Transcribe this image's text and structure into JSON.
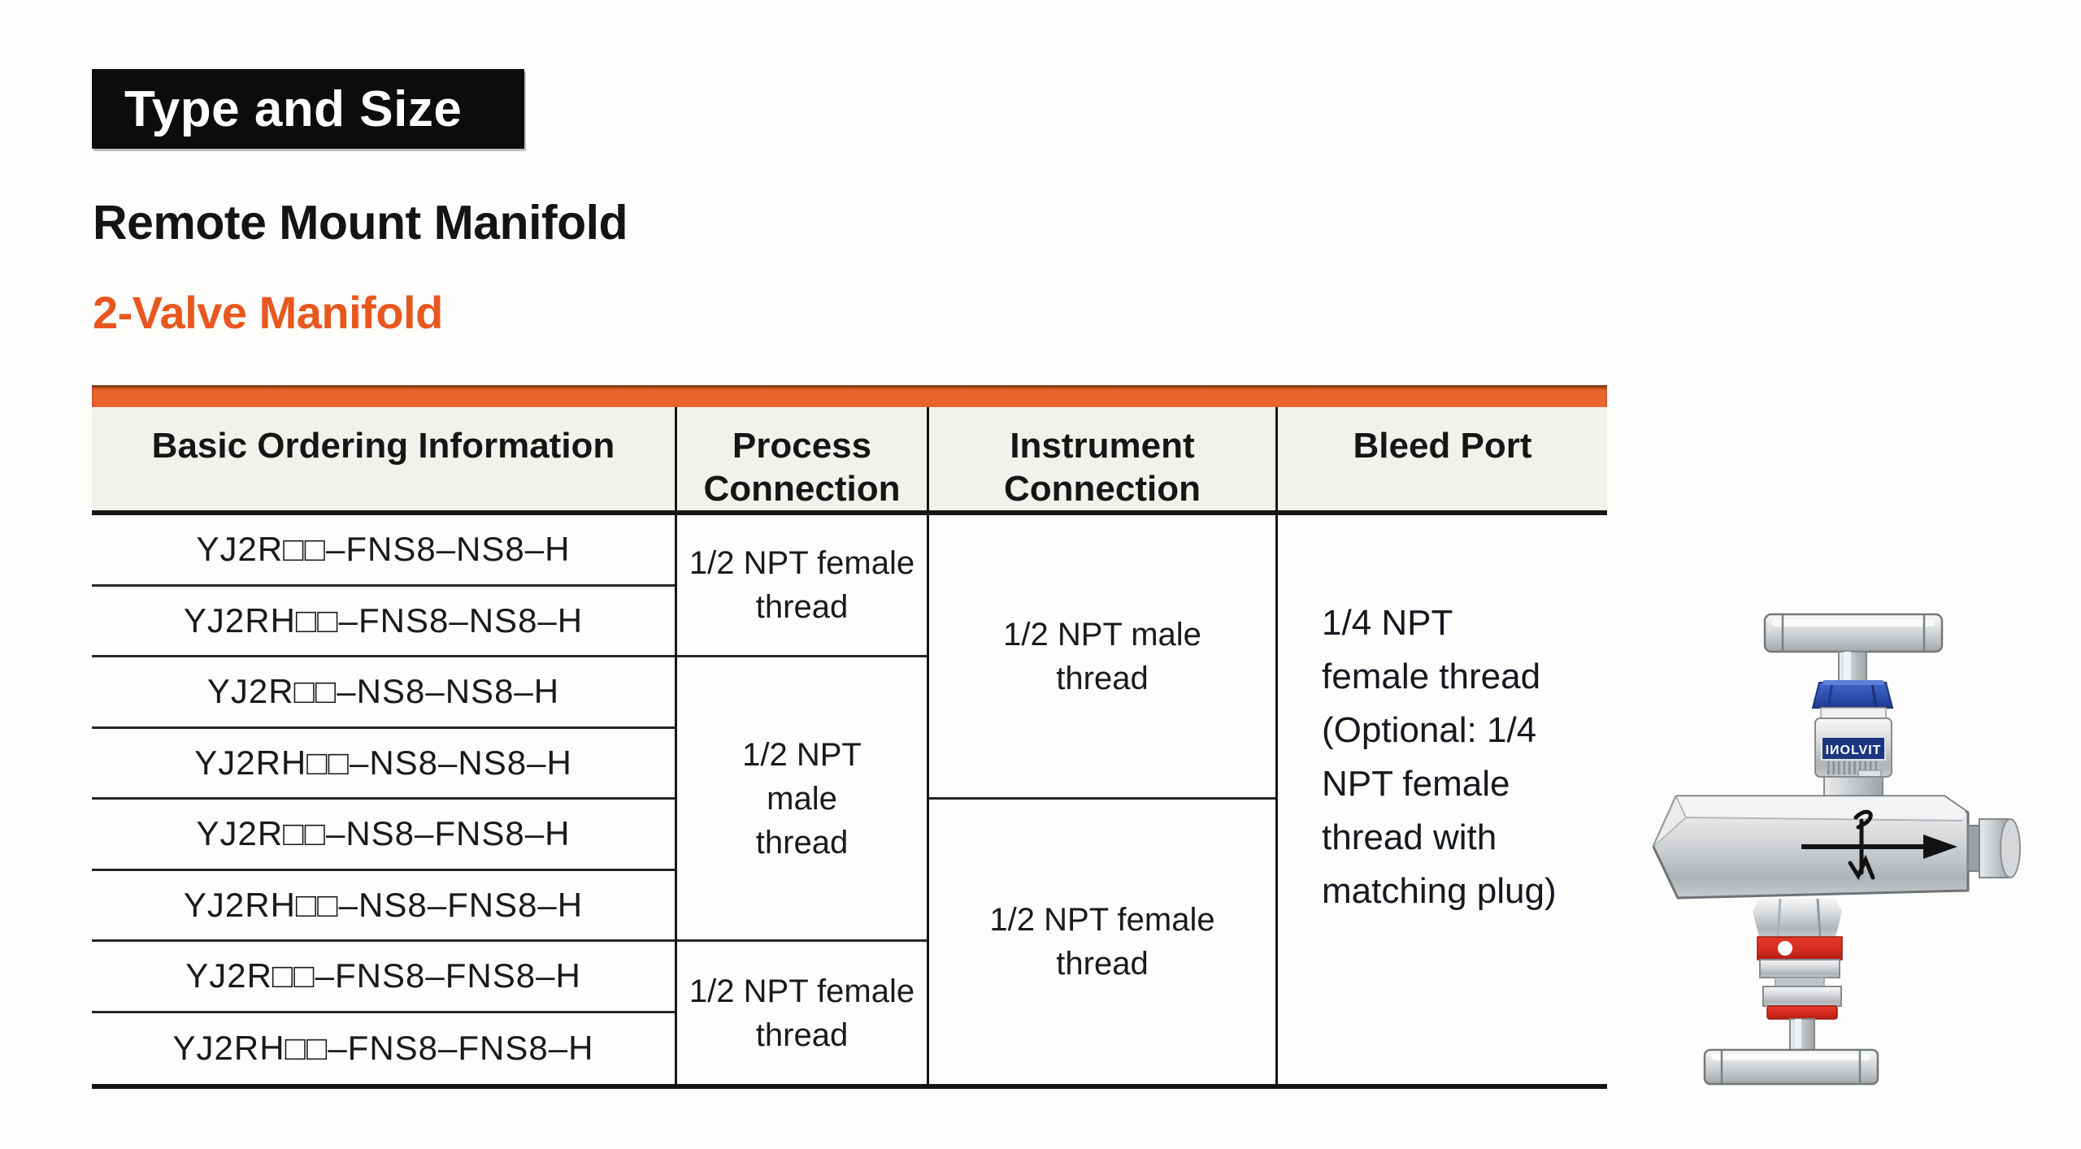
{
  "header": {
    "section_tag": "Type and Size",
    "subtitle": "Remote Mount Manifold",
    "product_heading": "2-Valve Manifold"
  },
  "table": {
    "columns": [
      "Basic Ordering Information",
      "Process Connection",
      "Instrument Connection",
      "Bleed Port"
    ],
    "orders": [
      "YJ2R□□–FNS8–NS8–H",
      "YJ2RH□□–FNS8–NS8–H",
      "YJ2R□□–NS8–NS8–H",
      "YJ2RH□□–NS8–NS8–H",
      "YJ2R□□–NS8–FNS8–H",
      "YJ2RH□□–NS8–FNS8–H",
      "YJ2R□□–FNS8–FNS8–H",
      "YJ2RH□□–FNS8–FNS8–H"
    ],
    "process_connection": {
      "group1": "1/2 NPT female\nthread",
      "group2": "1/2 NPT\nmale\nthread",
      "group3": "1/2 NPT female\nthread"
    },
    "instrument_connection": {
      "group1": "1/2 NPT male\nthread",
      "group2": "1/2 NPT female\nthread"
    },
    "bleed_port": "1/4 NPT\nfemale thread\n(Optional: 1/4\nNPT female\nthread with\nmatching plug)"
  },
  "figure": {
    "brand_label": "IИOLVIT"
  },
  "colors": {
    "accent_orange": "#E7632C",
    "heading_orange": "#E8571E",
    "tag_background": "#0C0C0C",
    "tag_text": "#FFFFFF",
    "header_background": "#F2F1EE",
    "table_line": "#161616",
    "valve_bonnet_blue": "#2D4FAF",
    "valve_label_navy": "#1C3780",
    "valve_seal_red": "#D42A1E"
  }
}
